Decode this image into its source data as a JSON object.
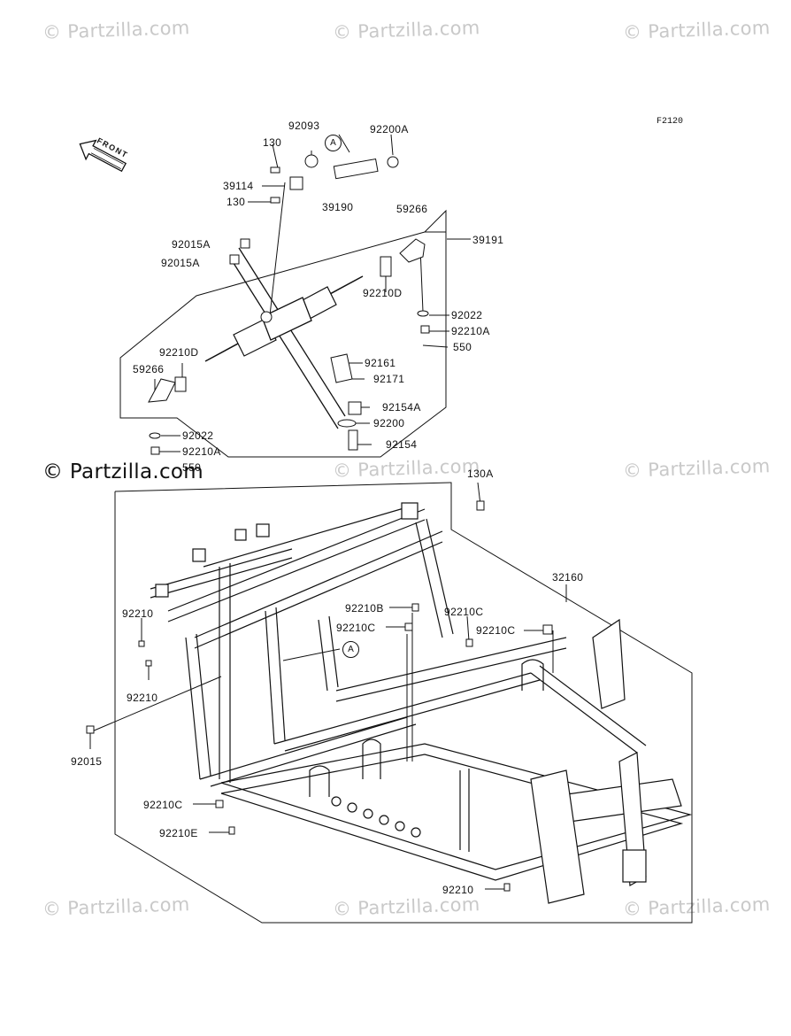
{
  "watermark": "© Partzilla.com",
  "diagram_code": "F2120",
  "front_label": "FRONT",
  "ref_letter": "A",
  "part_numbers": {
    "p92093": "92093",
    "p92200A": "92200A",
    "p130_top": "130",
    "p39114": "39114",
    "p130_b": "130",
    "p39190": "39190",
    "p59266_r": "59266",
    "p39191": "39191",
    "p92015A_1": "92015A",
    "p92015A_2": "92015A",
    "p92210D_r": "92210D",
    "p92022_r": "92022",
    "p92210A_r": "92210A",
    "p550_r": "550",
    "p92210D_l": "92210D",
    "p92161": "92161",
    "p59266_l": "59266",
    "p92171": "92171",
    "p92154A": "92154A",
    "p92200": "92200",
    "p92022_l": "92022",
    "p92154": "92154",
    "p92210A_l": "92210A",
    "p550_l": "550",
    "p130A": "130A",
    "p32160": "32160",
    "p92210_1": "92210",
    "p92210B": "92210B",
    "p92210C_1": "92210C",
    "p92210C_2": "92210C",
    "p92210C_3": "92210C",
    "p92210_2": "92210",
    "p92015": "92015",
    "p92210C_4": "92210C",
    "p92210E": "92210E",
    "p92210_3": "92210"
  }
}
